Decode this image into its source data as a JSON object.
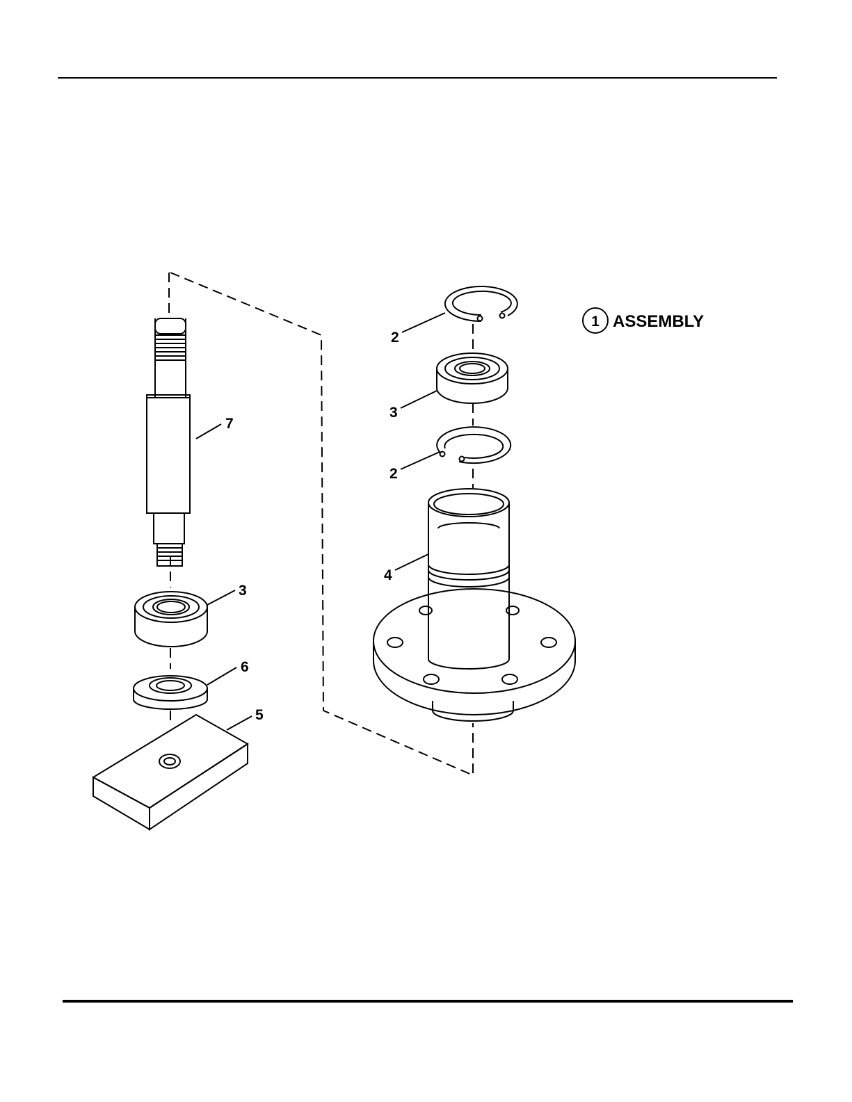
{
  "title": {
    "number": "1",
    "label": "ASSEMBLY"
  },
  "callouts": {
    "shaft": "7",
    "bearing_left": "3",
    "spacer": "6",
    "plate": "5",
    "ring_top": "2",
    "bearing_right": "3",
    "ring_bottom": "2",
    "housing": "4"
  }
}
